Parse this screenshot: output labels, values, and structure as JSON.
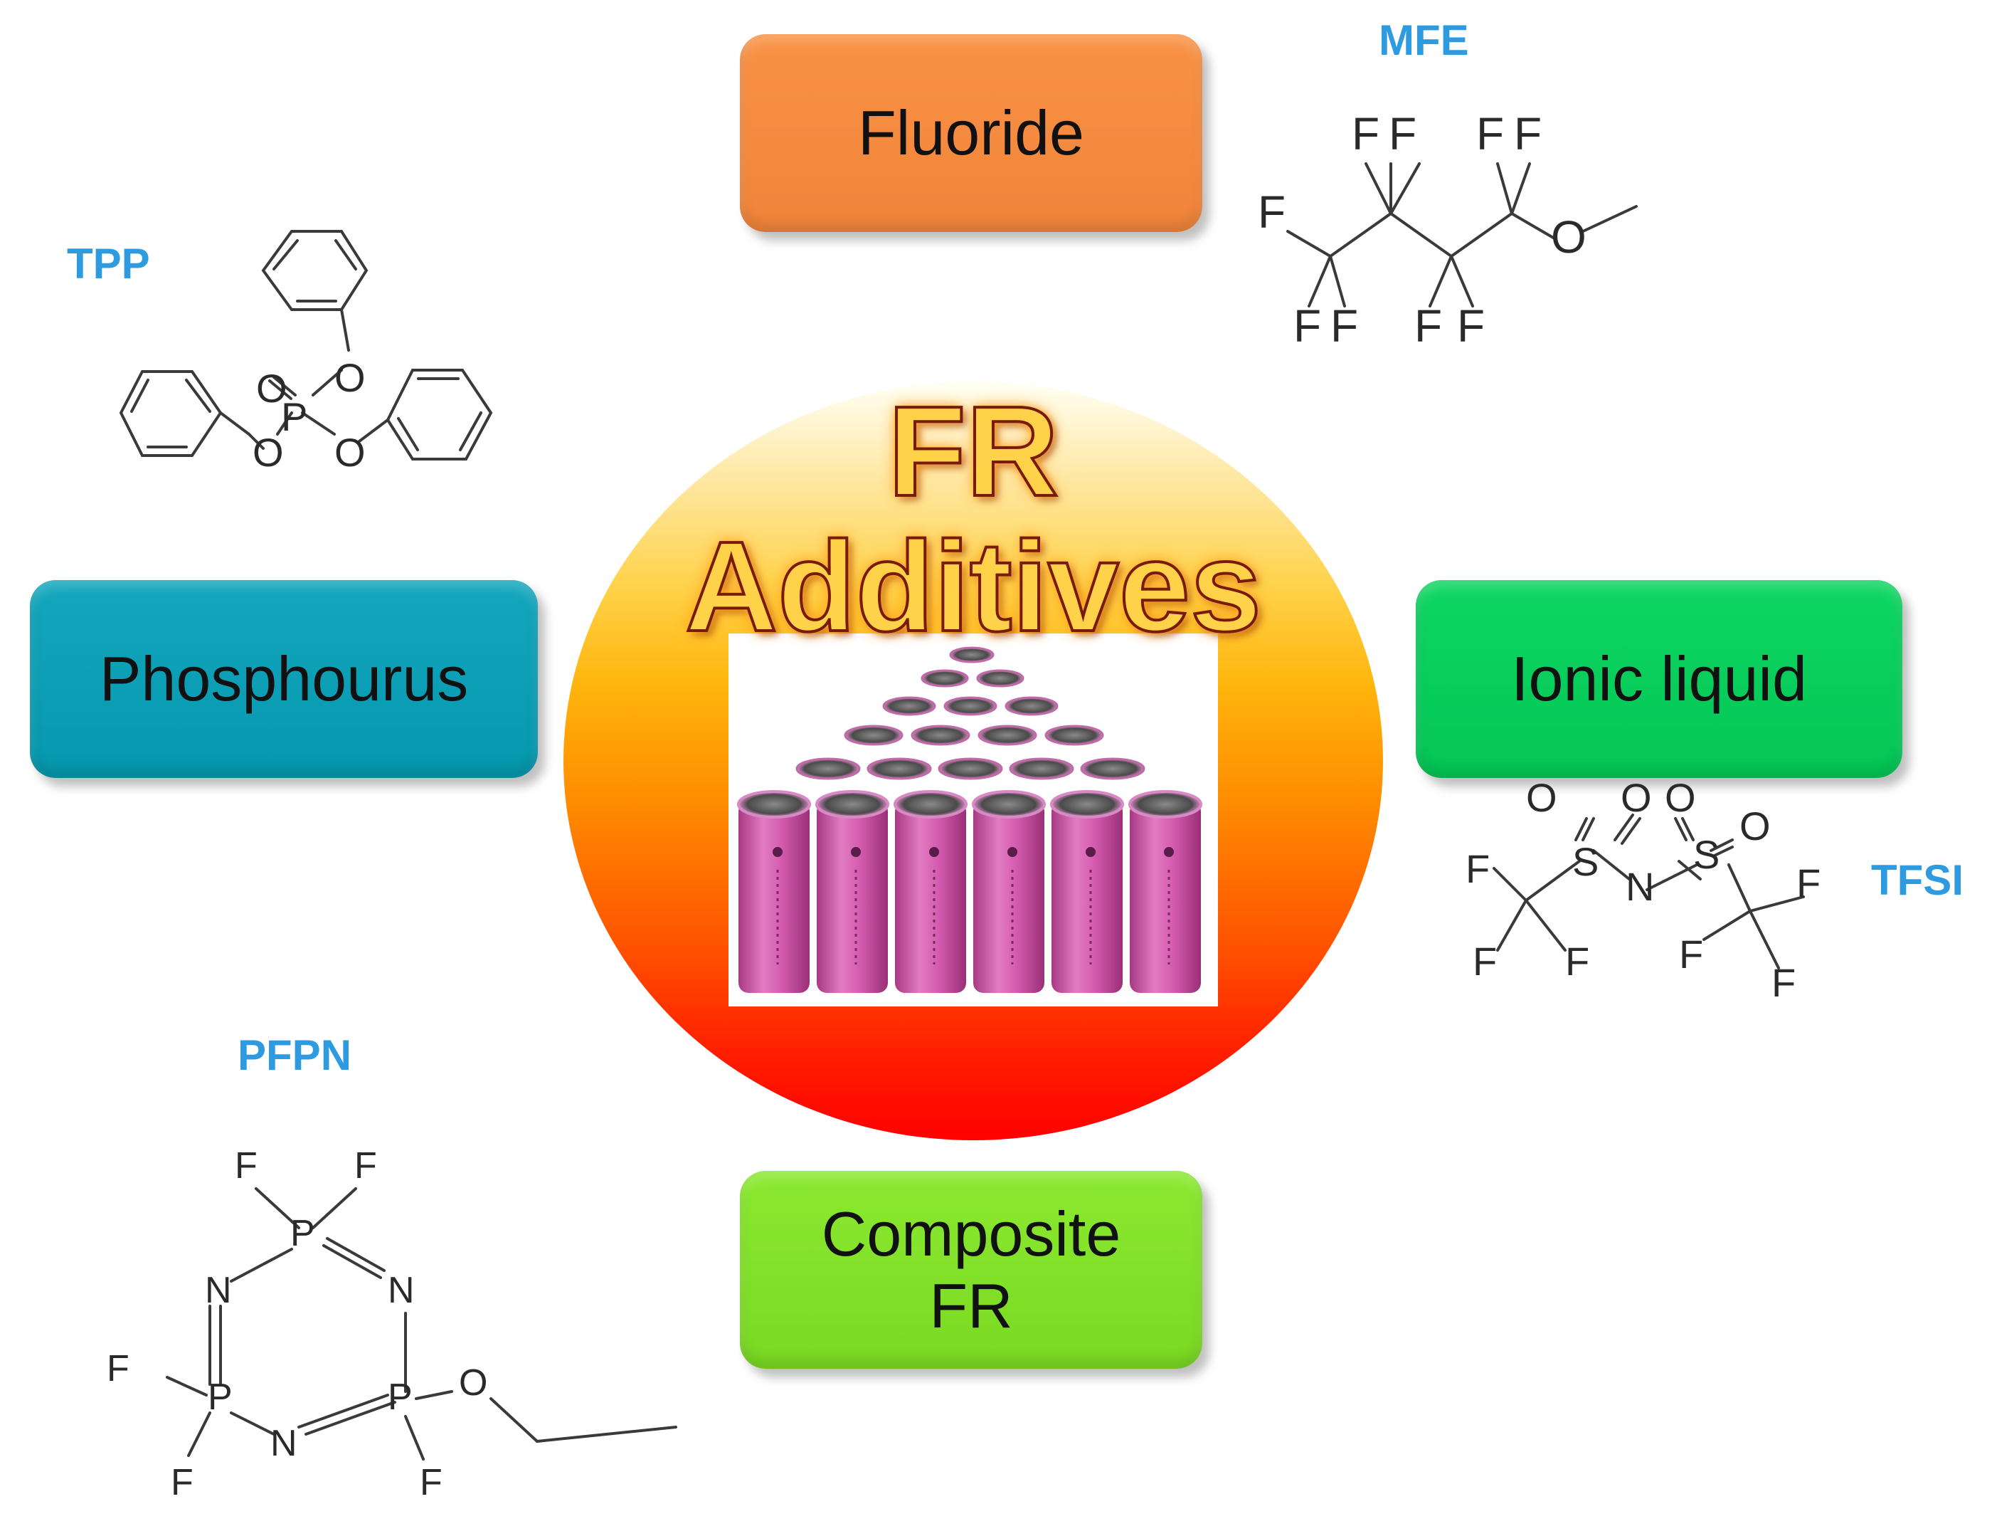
{
  "title": {
    "line1": "FR",
    "line2": "Additives"
  },
  "categories": {
    "fluoride": "Fluoride",
    "phosphorus": "Phosphourus",
    "ionic_liquid": "Ionic liquid",
    "composite_line1": "Composite",
    "composite_line2": "FR"
  },
  "compounds": {
    "mfe": "MFE",
    "tpp": "TPP",
    "tfsi": "TFSI",
    "pfpn": "PFPN"
  },
  "colors": {
    "fluoride_box": "#f38a3d",
    "phosphorus_box": "#0a9db3",
    "ionic_liquid_box": "#08cc5a",
    "composite_box": "#82e02a",
    "compound_label": "#2e9be0",
    "battery_cell": "#d64fa8"
  },
  "icons": {
    "center_image": "battery-cells-photo"
  }
}
